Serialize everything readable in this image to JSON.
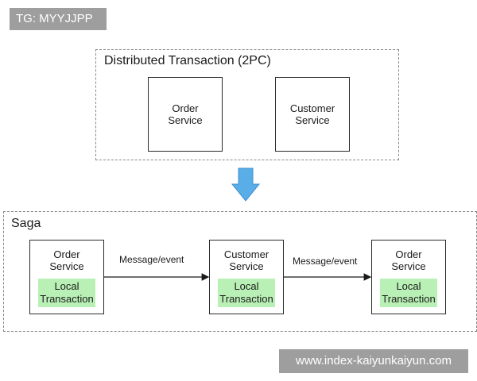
{
  "watermark_tg": "TG: MYYJJPP",
  "watermark_url": "www.index-kaiyunkaiyun.com",
  "two_pc": {
    "title": "Distributed Transaction (2PC)",
    "order_service": "Order\nService",
    "customer_service": "Customer\nService"
  },
  "saga": {
    "title": "Saga",
    "order_service": "Order\nService",
    "customer_service": "Customer\nService",
    "order_service_2": "Order\nService",
    "local_transaction": "Local\nTransaction",
    "edge_label_1": "Message/event",
    "edge_label_2": "Message/event"
  },
  "colors": {
    "local_transaction_fill": "#b9f0b5",
    "transition_arrow": "#5aaee8"
  }
}
